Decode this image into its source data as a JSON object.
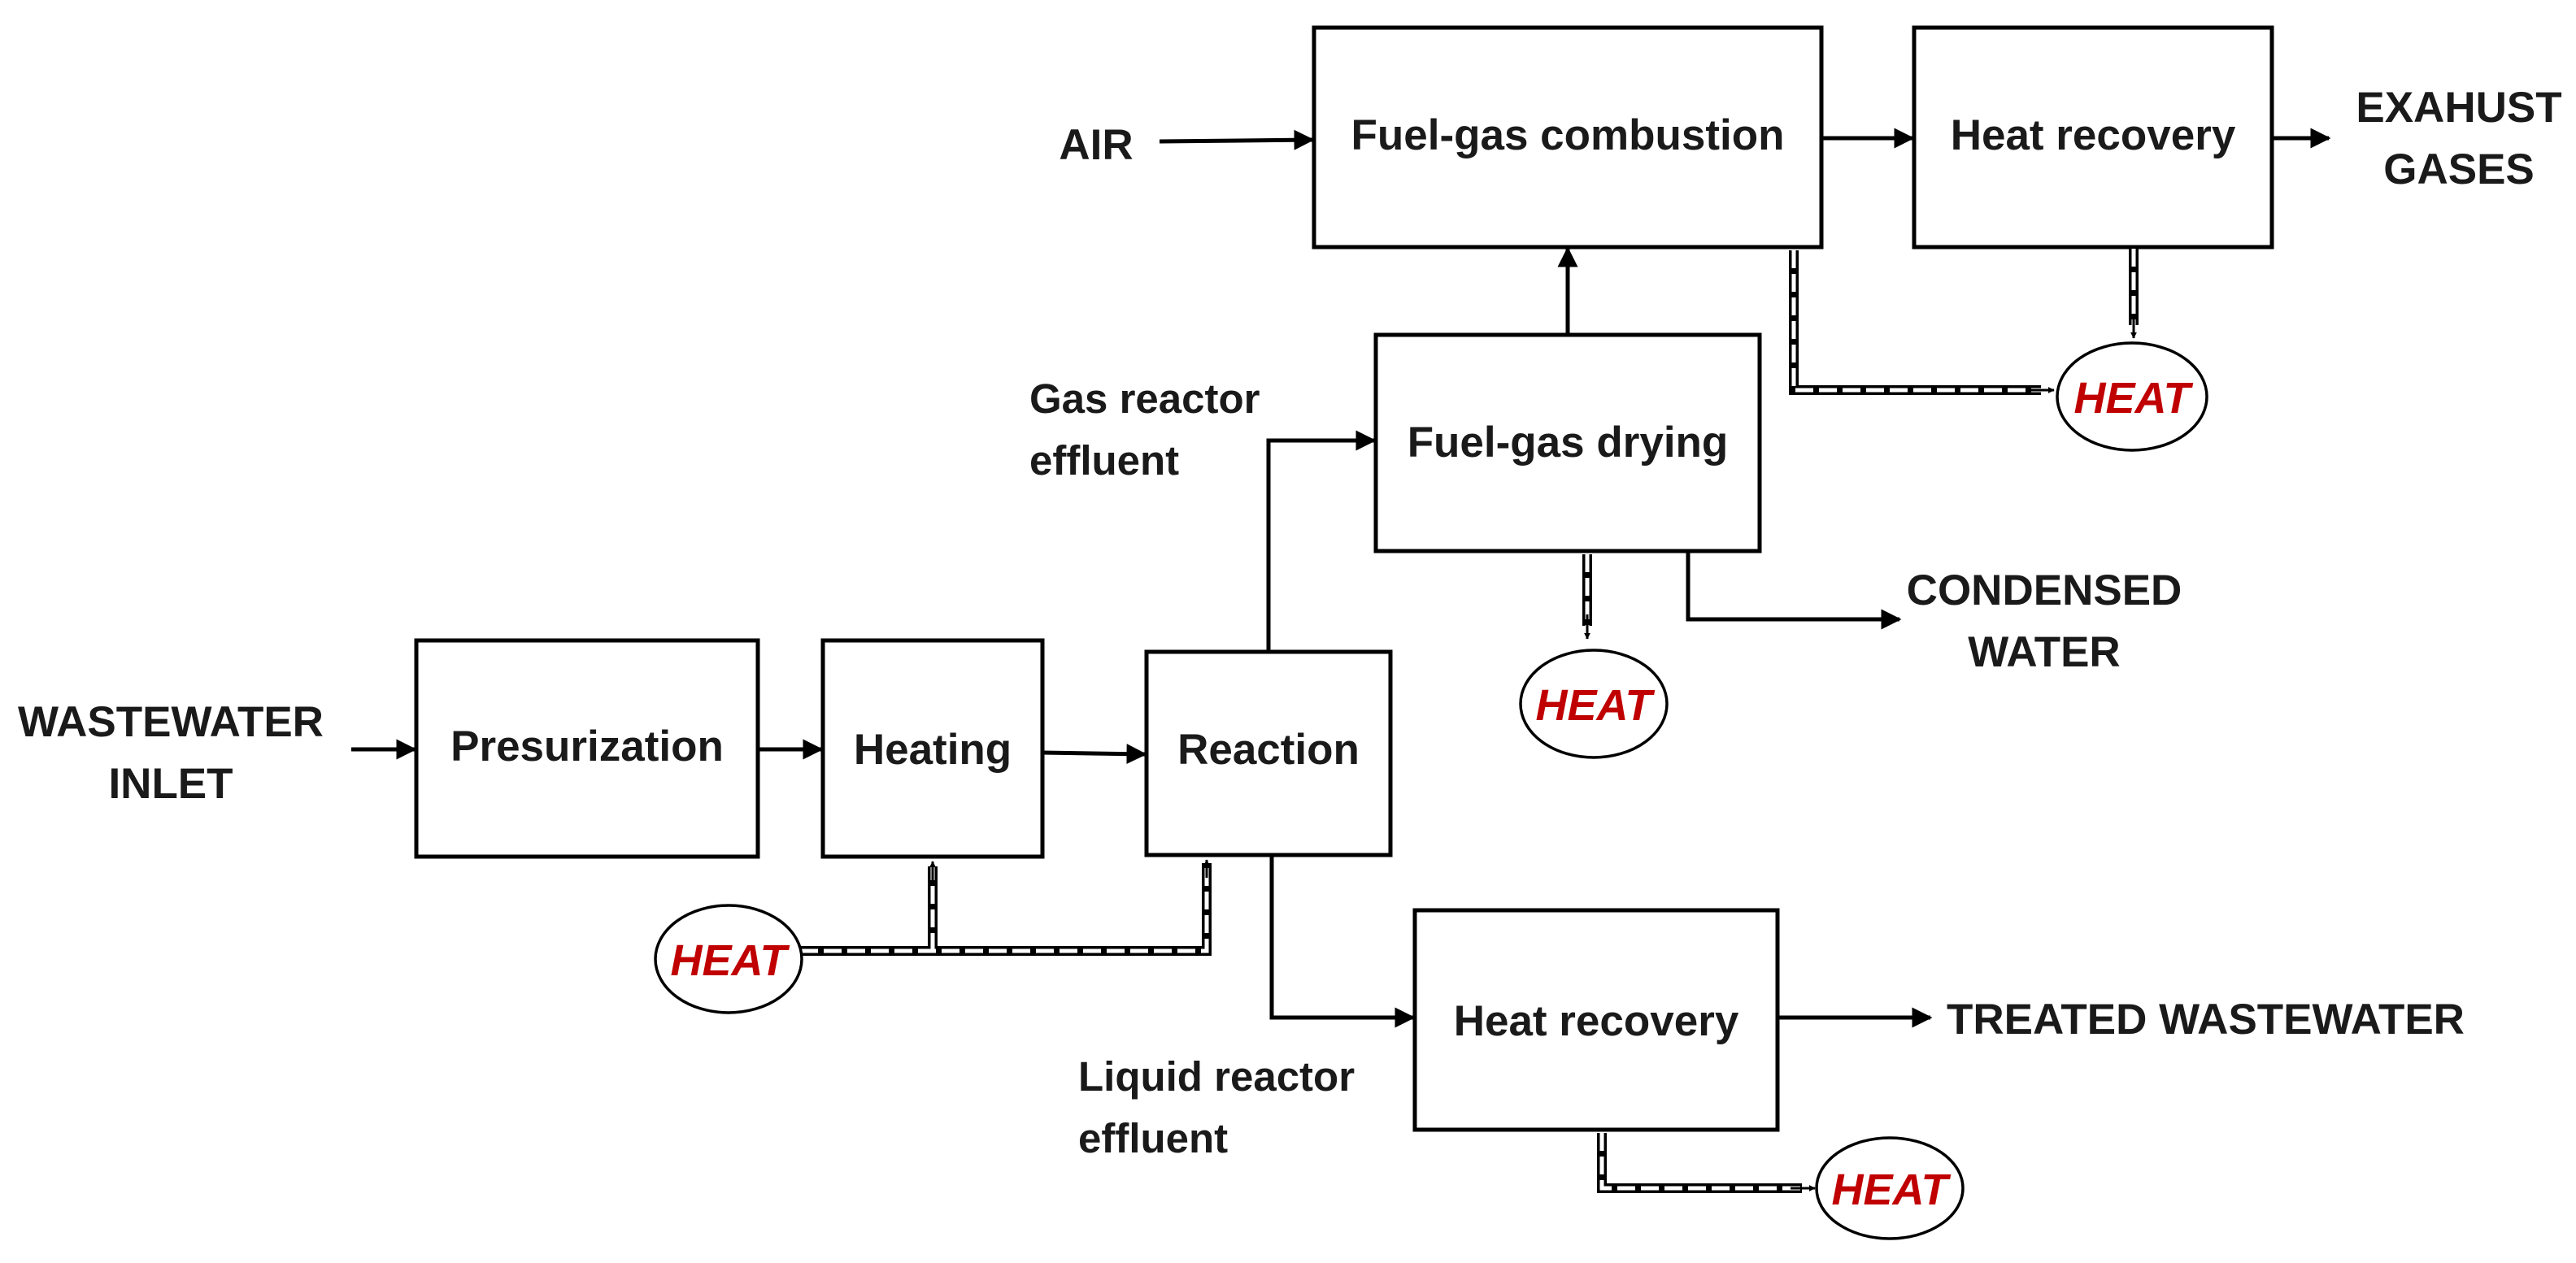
{
  "colors": {
    "line": "#000000",
    "heat_text": "#c00000",
    "text": "#1a1a1a",
    "background": "#ffffff"
  },
  "boxes": {
    "presurization": "Presurization",
    "heating": "Heating",
    "reaction": "Reaction",
    "fuel_gas_drying": "Fuel-gas drying",
    "fuel_gas_combustion": "Fuel-gas combustion",
    "heat_recovery_top": "Heat recovery",
    "heat_recovery_bottom": "Heat recovery"
  },
  "streams": {
    "wastewater_inlet": [
      "WASTEWATER",
      "INLET"
    ],
    "air": "AIR",
    "exhaust_gases": [
      "EXAHUST",
      "GASES"
    ],
    "condensed_water": [
      "CONDENSED",
      "WATER"
    ],
    "treated_wastewater": "TREATED WASTEWATER",
    "gas_reactor_effluent": [
      "Gas reactor",
      "effluent"
    ],
    "liquid_reactor_effluent": [
      "Liquid reactor",
      "effluent"
    ]
  },
  "heat_nodes": {
    "input": "HEAT",
    "drying": "HEAT",
    "combustion": "HEAT",
    "recovery_bottom": "HEAT"
  }
}
